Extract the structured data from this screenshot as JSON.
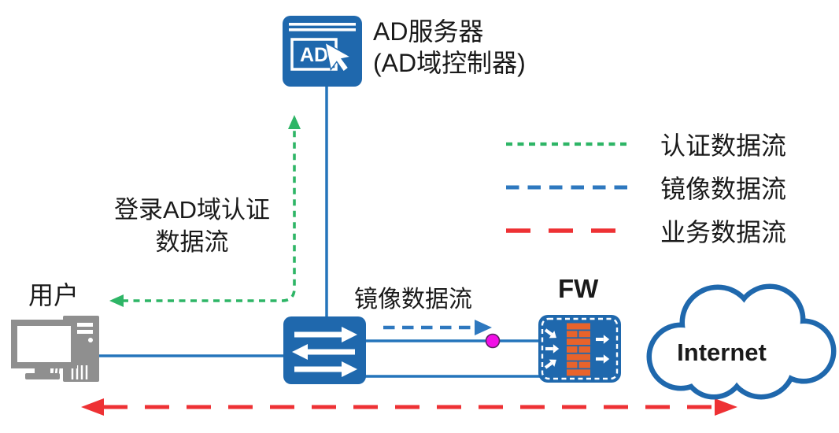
{
  "diagram": {
    "title": "AD domain authentication network topology",
    "nodes": {
      "ad_server": {
        "label_line1": "AD服务器",
        "label_line2": "(AD域控制器)",
        "icon_text": "AD"
      },
      "user": {
        "label": "用户"
      },
      "switch": {
        "label": ""
      },
      "firewall": {
        "label": "FW"
      },
      "internet": {
        "label": "Internet"
      }
    },
    "flow_labels": {
      "auth_line1": "登录AD域认证",
      "auth_line2": "数据流",
      "mirror": "镜像数据流"
    },
    "legend": {
      "items": [
        {
          "label": "认证数据流",
          "color": "#2eb566",
          "style": "short-dash"
        },
        {
          "label": "镜像数据流",
          "color": "#2e78bf",
          "style": "medium-dash"
        },
        {
          "label": "业务数据流",
          "color": "#ee3134",
          "style": "long-dash"
        }
      ]
    },
    "colors": {
      "device_blue": "#1f68ad",
      "line_blue": "#2575bb",
      "auth_green": "#2eb566",
      "mirror_blue": "#2e78bf",
      "business_red": "#ee3134",
      "mirror_point_magenta": "#f20ee6",
      "brick_orange": "#e8632b",
      "device_gray": "#8f8f8f",
      "text_dark": "#1a1a1a"
    }
  }
}
